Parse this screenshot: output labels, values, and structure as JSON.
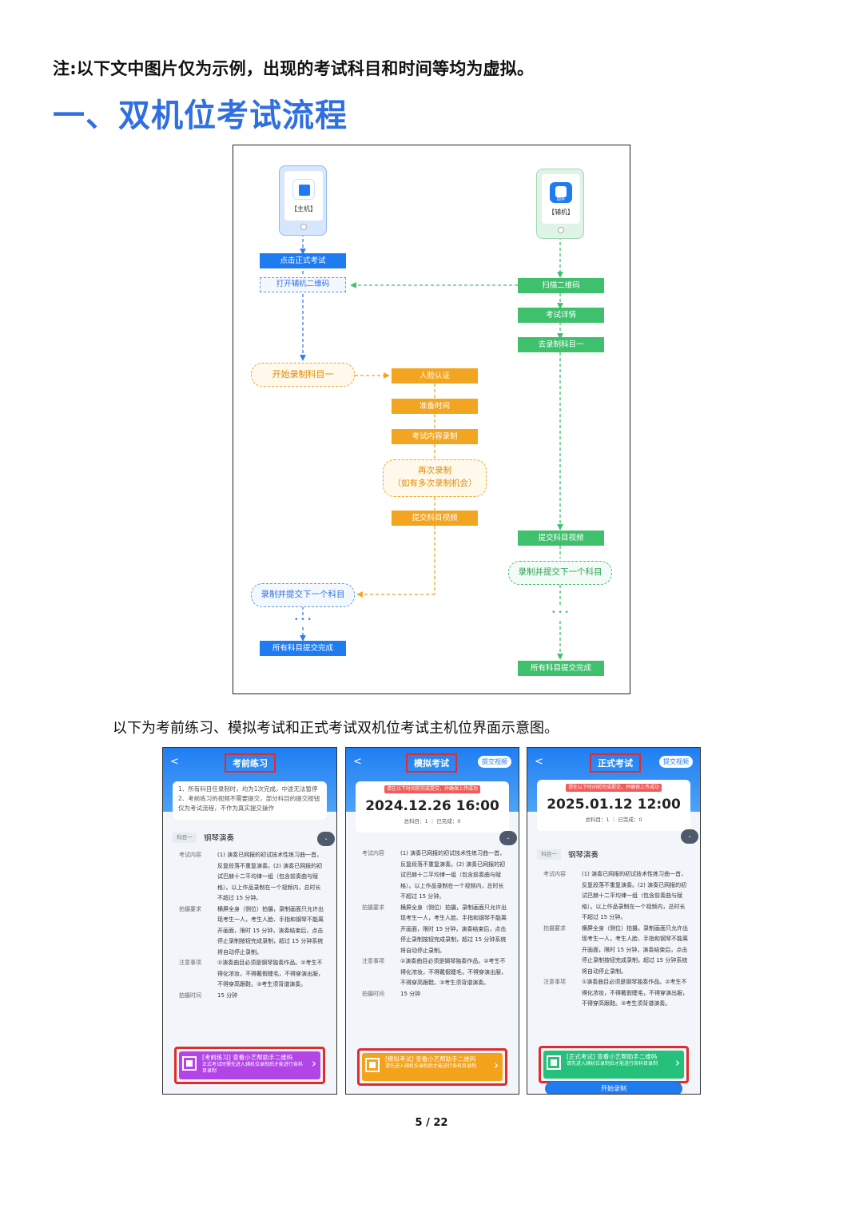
{
  "note": "注:以下文中图片仅为示例，出现的考试科目和时间等均为虚拟。",
  "section_title": "一、双机位考试流程",
  "flow": {
    "main_phone_label": "【主机】",
    "aux_phone_label": "【辅机】",
    "aux_app_text": "助手",
    "steps": {
      "click_exam": "点击正式考试",
      "open_qr": "打开辅机二维码",
      "scan_qr": "扫描二维码",
      "exam_detail": "考试详情",
      "go_record": "去录制科目一",
      "start_record": "开始录制科目一",
      "face_auth": "人脸认证",
      "prep_time": "准备时间",
      "content_record": "考试内容录制",
      "re_record_1": "再次录制",
      "re_record_2": "（如有多次录制机会）",
      "submit_video_orange": "提交科目视频",
      "submit_video_green": "提交科目视频",
      "next_subject_green": "录制并提交下一个科目",
      "next_subject_blue": "录制并提交下一个科目",
      "all_done_blue": "所有科目提交完成",
      "all_done_green": "所有科目提交完成",
      "ellipsis": "• • •"
    }
  },
  "subtitle": "以下为考前练习、模拟考试和正式考试双机位考试主机位界面示意图。",
  "screens": [
    {
      "title": "考前练习",
      "info_lines": [
        "1、所有科目任录制时，均为1次完成，中途无法暂停",
        "2、考前练习的视频不需要提交，部分科目的提交按钮",
        "仅为考试流程，不作为真实提交操作"
      ],
      "subject_tag": "科目一",
      "subject_name": "钢琴演奏",
      "expand": "收下\n展起",
      "rows": [
        {
          "k": "考试内容",
          "v": "(1) 演奏已网报的初试技术性练习曲一首，反复段落不重复演奏。(2) 演奏已网报的初试巴赫十二平均律一组（包含前奏曲与赋格）。以上作品录制在一个视频内，总时长不超过 15 分钟。"
        },
        {
          "k": "拍摄要求",
          "v": "横屏全身（侧位）拍摄，录制画面只允许出现考生一人，考生人脸、手指和钢琴不能离开画面，限时 15 分钟，演奏结束后，点击停止录制按钮完成录制，超过 15 分钟系统将自动停止录制。"
        },
        {
          "k": "注意事项",
          "v": "①演奏曲目必须是钢琴独奏作品。②考生不得化浓妆，不得戴假睫毛，不得穿演出服，不得穿高跟鞋。③考生须背谱演奏。"
        },
        {
          "k": "拍摄时间",
          "v": "15 分钟"
        }
      ],
      "bar_title": "[考前练习] 查看小艺帮助手二维码",
      "bar_desc": "正式考试时需先进入辅机位录制后才能进行各科目录制",
      "bar_color": "#b344e6"
    },
    {
      "title": "模拟考试",
      "submit_btn": "提交视频",
      "alert": "请在以下时间前完成提交，并确保上传成功",
      "date": "2024.12.26 16:00",
      "count": "总科目：1 ｜ 已完成：0",
      "expand": "收下\n展起",
      "rows": [
        {
          "k": "考试内容",
          "v": "(1) 演奏已网报的初试技术性练习曲一首，反复段落不重复演奏。(2) 演奏已网报的初试巴赫十二平均律一组（包含前奏曲与赋格）。以上作品录制在一个视频内，总时长不超过 15 分钟。"
        },
        {
          "k": "拍摄要求",
          "v": "横屏全身（侧位）拍摄，录制画面只允许出现考生一人，考生人脸、手指和钢琴不能离开画面，限时 15 分钟，演奏结束后，点击停止录制按钮完成录制，超过 15 分钟系统将自动停止录制。"
        },
        {
          "k": "注意事项",
          "v": "①演奏曲目必须是钢琴独奏作品。②考生不得化浓妆，不得戴假睫毛，不得穿演出服，不得穿高跟鞋。③考生须背谱演奏。"
        },
        {
          "k": "拍摄时间",
          "v": "15 分钟"
        }
      ],
      "bar_title": "[模拟考试] 查看小艺帮助手二维码",
      "bar_desc": "请先进入辅机位录制后才能进行各科目录制",
      "bar_color": "#f3a21c"
    },
    {
      "title": "正式考试",
      "submit_btn": "提交视频",
      "alert": "请在以下时间前完成提交，并确保上传成功",
      "date": "2025.01.12 12:00",
      "count": "总科目：1 ｜ 已完成：0",
      "subject_tag": "科目一",
      "subject_name": "钢琴演奏",
      "expand": "收下\n展起",
      "rows": [
        {
          "k": "考试内容",
          "v": "(1) 演奏已网报的初试技术性练习曲一首，反复段落不重复演奏。(2) 演奏已网报的初试巴赫十二平均律一组（包含前奏曲与赋格）。以上作品录制在一个视频内，总时长不超过 15 分钟。"
        },
        {
          "k": "拍摄要求",
          "v": "横屏全身（侧位）拍摄，录制画面只允许出现考生一人，考生人脸、手指和钢琴不能离开画面，限时 15 分钟，演奏结束后，点击停止录制按钮完成录制，超过 15 分钟系统将自动停止录制。"
        },
        {
          "k": "注意事项",
          "v": "①演奏曲目必须是钢琴独奏作品。②考生不得化浓妆，不得戴假睫毛，不得穿演出服，不得穿高跟鞋。③考生须背谱演奏。"
        }
      ],
      "bar_title": "[正式考试] 查看小艺帮助手二维码",
      "bar_desc": "请先进入辅机位录制后才能进行各科目录制",
      "bar_color": "#25c07a",
      "start_btn": "开始录制"
    }
  ],
  "page_number": "5 / 22",
  "colors": {
    "accent": "#2f6fe0",
    "blue": "#1e7bf0",
    "green": "#3fc06c",
    "orange": "#f2a520",
    "highlight": "#e32b2b"
  }
}
